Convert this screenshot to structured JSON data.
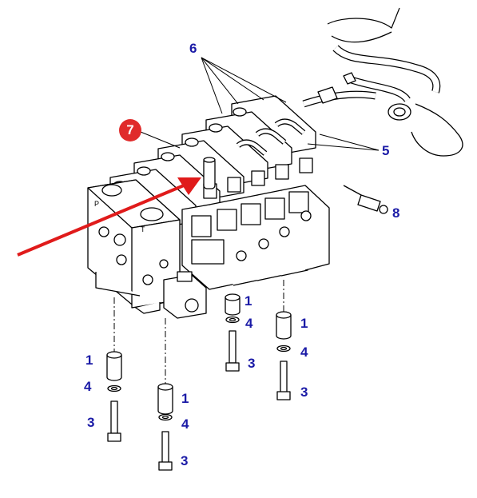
{
  "callouts": {
    "c6": "6",
    "c5": "5",
    "c8": "8",
    "c7": "7",
    "c1a": "1",
    "c4a": "4",
    "c3a": "3",
    "c1b": "1",
    "c4b": "4",
    "c3b": "3",
    "c1c": "1",
    "c4c": "4",
    "c3c": "3",
    "c1d": "1",
    "c4d": "4",
    "c3d": "3"
  },
  "valve_marks": {
    "p": "P",
    "t": "T"
  },
  "colors": {
    "callout_text": "#1a1aa6",
    "badge": "#e02b2b",
    "arrow": "#e01b1b",
    "line": "#000000"
  }
}
